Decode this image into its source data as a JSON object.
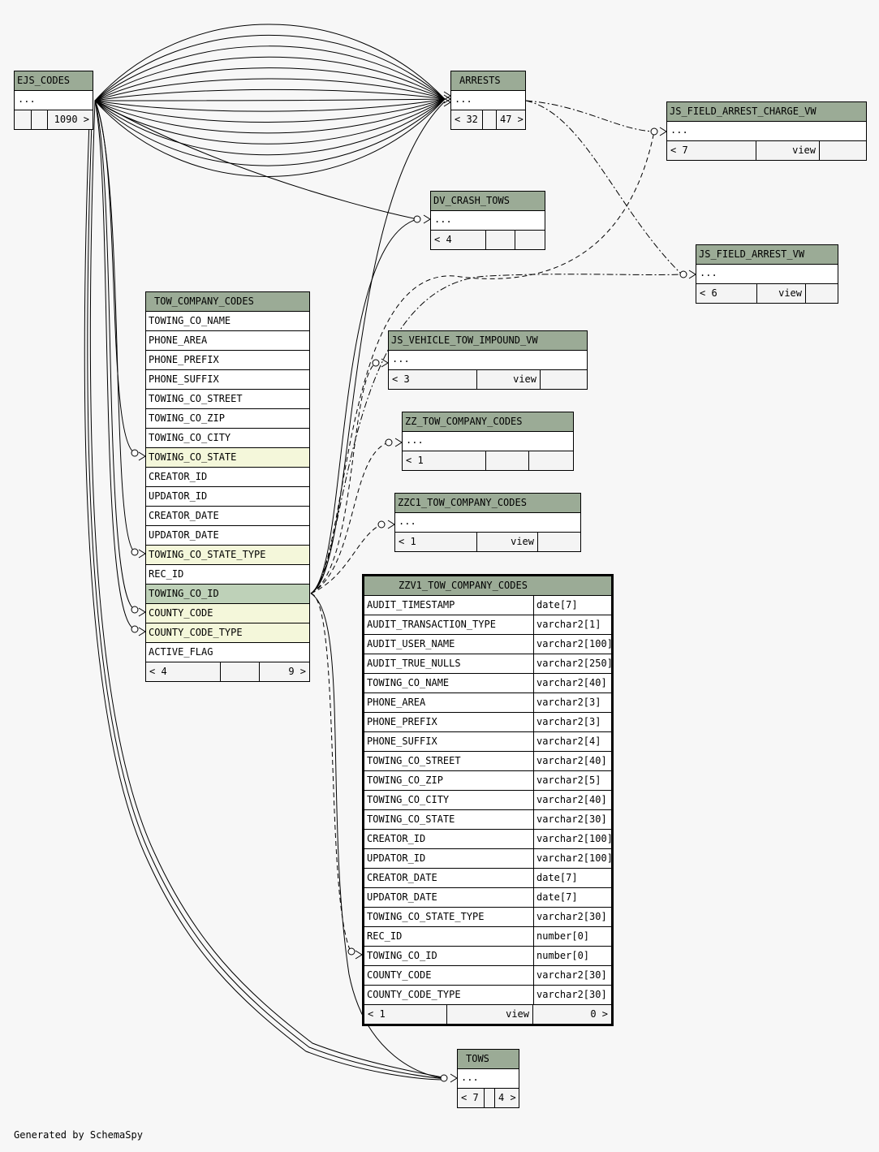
{
  "credit": "Generated by SchemaSpy",
  "colors": {
    "header": "#9bab96",
    "fk_row": "#f4f7da",
    "pk_row": "#bed1b8",
    "background": "#f7f7f7"
  },
  "tables": {
    "ejs_codes": {
      "name": "EJS_CODES",
      "dots": "...",
      "footer": [
        "",
        "",
        "1090 >"
      ]
    },
    "arrests": {
      "name": "ARRESTS",
      "dots": "...",
      "footer": [
        "< 32",
        "",
        "47 >"
      ]
    },
    "js_field_arrest_charge_vw": {
      "name": "JS_FIELD_ARREST_CHARGE_VW",
      "dots": "...",
      "footer": [
        "< 7",
        "view",
        ""
      ]
    },
    "dv_crash_tows": {
      "name": "DV_CRASH_TOWS",
      "dots": "...",
      "footer": [
        "< 4",
        "",
        ""
      ]
    },
    "js_field_arrest_vw": {
      "name": "JS_FIELD_ARREST_VW",
      "dots": "...",
      "footer": [
        "< 6",
        "view",
        ""
      ]
    },
    "js_vehicle_tow_impound_vw": {
      "name": "JS_VEHICLE_TOW_IMPOUND_VW",
      "dots": "...",
      "footer": [
        "< 3",
        "view",
        ""
      ]
    },
    "zz_tow_company_codes": {
      "name": "ZZ_TOW_COMPANY_CODES",
      "dots": "...",
      "footer": [
        "< 1",
        "",
        ""
      ]
    },
    "zzc1_tow_company_codes": {
      "name": "ZZC1_TOW_COMPANY_CODES",
      "dots": "...",
      "footer": [
        "< 1",
        "view",
        ""
      ]
    },
    "tows": {
      "name": "TOWS",
      "dots": "...",
      "footer": [
        "< 7",
        "",
        "4 >"
      ]
    },
    "tow_company_codes": {
      "name": "TOW_COMPANY_CODES",
      "columns": [
        {
          "name": "TOWING_CO_NAME"
        },
        {
          "name": "PHONE_AREA"
        },
        {
          "name": "PHONE_PREFIX"
        },
        {
          "name": "PHONE_SUFFIX"
        },
        {
          "name": "TOWING_CO_STREET"
        },
        {
          "name": "TOWING_CO_ZIP"
        },
        {
          "name": "TOWING_CO_CITY"
        },
        {
          "name": "TOWING_CO_STATE",
          "kind": "fk"
        },
        {
          "name": "CREATOR_ID"
        },
        {
          "name": "UPDATOR_ID"
        },
        {
          "name": "CREATOR_DATE"
        },
        {
          "name": "UPDATOR_DATE"
        },
        {
          "name": "TOWING_CO_STATE_TYPE",
          "kind": "fk"
        },
        {
          "name": "REC_ID"
        },
        {
          "name": "TOWING_CO_ID",
          "kind": "pk"
        },
        {
          "name": "COUNTY_CODE",
          "kind": "fk"
        },
        {
          "name": "COUNTY_CODE_TYPE",
          "kind": "fk"
        },
        {
          "name": "ACTIVE_FLAG"
        }
      ],
      "footer": [
        "< 4",
        "",
        "9 >"
      ]
    },
    "zzv1_tow_company_codes": {
      "name": "ZZV1_TOW_COMPANY_CODES",
      "columns": [
        {
          "name": "AUDIT_TIMESTAMP",
          "type": "date[7]"
        },
        {
          "name": "AUDIT_TRANSACTION_TYPE",
          "type": "varchar2[1]"
        },
        {
          "name": "AUDIT_USER_NAME",
          "type": "varchar2[100]"
        },
        {
          "name": "AUDIT_TRUE_NULLS",
          "type": "varchar2[250]"
        },
        {
          "name": "TOWING_CO_NAME",
          "type": "varchar2[40]"
        },
        {
          "name": "PHONE_AREA",
          "type": "varchar2[3]"
        },
        {
          "name": "PHONE_PREFIX",
          "type": "varchar2[3]"
        },
        {
          "name": "PHONE_SUFFIX",
          "type": "varchar2[4]"
        },
        {
          "name": "TOWING_CO_STREET",
          "type": "varchar2[40]"
        },
        {
          "name": "TOWING_CO_ZIP",
          "type": "varchar2[5]"
        },
        {
          "name": "TOWING_CO_CITY",
          "type": "varchar2[40]"
        },
        {
          "name": "TOWING_CO_STATE",
          "type": "varchar2[30]"
        },
        {
          "name": "CREATOR_ID",
          "type": "varchar2[100]"
        },
        {
          "name": "UPDATOR_ID",
          "type": "varchar2[100]"
        },
        {
          "name": "CREATOR_DATE",
          "type": "date[7]"
        },
        {
          "name": "UPDATOR_DATE",
          "type": "date[7]"
        },
        {
          "name": "TOWING_CO_STATE_TYPE",
          "type": "varchar2[30]"
        },
        {
          "name": "REC_ID",
          "type": "number[0]"
        },
        {
          "name": "TOWING_CO_ID",
          "type": "number[0]"
        },
        {
          "name": "COUNTY_CODE",
          "type": "varchar2[30]"
        },
        {
          "name": "COUNTY_CODE_TYPE",
          "type": "varchar2[30]"
        }
      ],
      "footer": [
        "< 1",
        "view",
        "0 >"
      ]
    }
  }
}
